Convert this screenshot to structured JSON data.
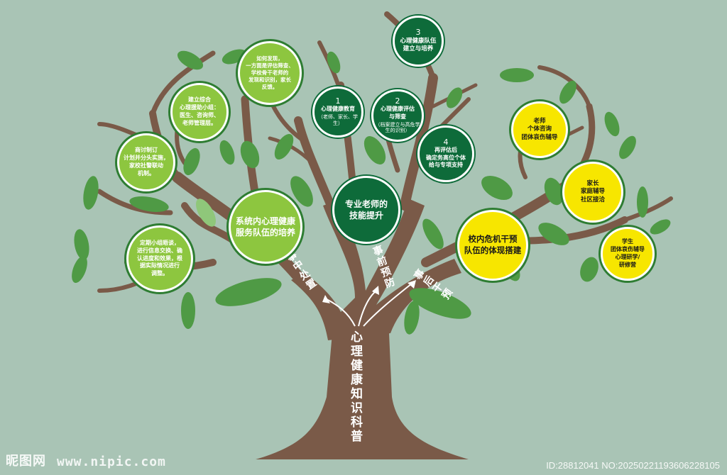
{
  "trunk_label": "心理健康知识科普",
  "branches": {
    "left": "事中处置",
    "middle": "事前预防",
    "right": "事后干预"
  },
  "nodes": {
    "n_system": {
      "text": "系统内心理健康\n服务队伍的培养"
    },
    "n_teacher_skill": {
      "text": "专业老师的\n技能提升"
    },
    "n_crisis_team": {
      "text": "校内危机干预\n队伍的体现搭建"
    },
    "n_how_discover": {
      "text": "如何发现，\n一方面是评估筛查、\n学校骨干老师的\n发现和识别，家长\n反馈。"
    },
    "n_build_group": {
      "text": "建立综合\n心理援助小组：\n医生、咨询师、\n老师管理层。"
    },
    "n_discuss": {
      "text": "商讨制订\n计划并分头实施，\n家校社警联动\n机制。"
    },
    "n_regular_talk": {
      "text": "定期小组晤谈，\n进行信息交换、确\n认进度和效果，根\n据实际情况进行\n调整。"
    },
    "n_team_build": {
      "num": "3",
      "text": "心理健康队伍\n建立与培养"
    },
    "n_education": {
      "num": "1",
      "text": "心理健康教育",
      "sub": "（老师、家长、学生）"
    },
    "n_assessment": {
      "num": "2",
      "text": "心理健康评估\n与筛查",
      "sub": "（档案建立与高危学\n生的识别）"
    },
    "n_reassess": {
      "num": "4",
      "text": "再评估后\n确定务高位个体\n给与专项支持"
    },
    "n_teacher": {
      "text": "老师\n个体咨询\n团体哀伤辅导"
    },
    "n_parent": {
      "text": "家长\n家庭辅导\n社区接洽"
    },
    "n_student": {
      "text": "学生\n团体哀伤辅导\n心理研学/\n研修营"
    }
  },
  "watermark": {
    "logo": "昵图网",
    "site": "www.nipic.com",
    "id": "ID:28812041 NO:20250221193606228105"
  },
  "colors": {
    "background": "#a9c4b5",
    "trunk": "#7a5a48",
    "leaf": "#4f9a45",
    "leaf_light": "#8fc77a",
    "node_light": "#8dc63f",
    "node_dark": "#0e6b3a",
    "node_yellow": "#f7e600"
  }
}
